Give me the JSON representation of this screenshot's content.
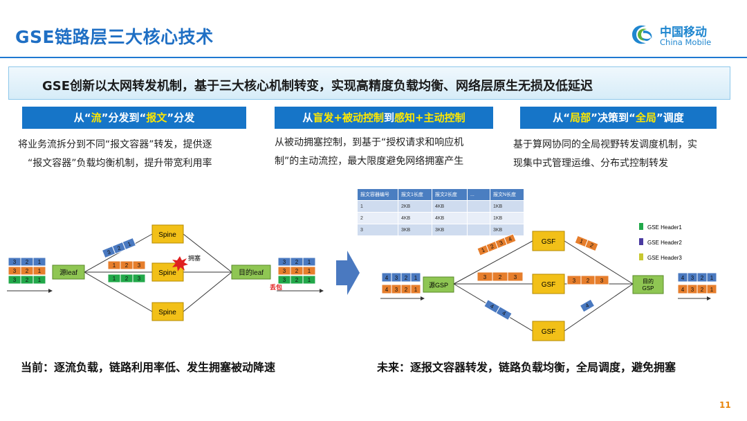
{
  "title": "GSE链路层三大核心技术",
  "logo": {
    "cn": "中国移动",
    "en": "China Mobile"
  },
  "banner": "GSE创新以太网转发机制，基于三大核心机制转变，实现高精度负载均衡、网络层原生无损及低延迟",
  "columns": [
    {
      "header_pre": "从“",
      "header_hl1": "流",
      "header_mid": "”分发到“",
      "header_hl2": "报文",
      "header_post": "”分发",
      "desc1": "将业务流拆分到不同“报文容器”转发，提供逐",
      "desc2": "“报文容器”负载均衡机制，提升带宽利用率"
    },
    {
      "header_pre": "从",
      "header_hl1": "盲发+被动控制",
      "header_mid": "到",
      "header_hl2": "感知+主动控制",
      "header_post": "",
      "desc1": "从被动拥塞控制，到基于“授权请求和响应机",
      "desc2": "制”的主动流控，最大限度避免网络拥塞产生"
    },
    {
      "header_pre": "从“",
      "header_hl1": "局部",
      "header_mid": "”决策到“",
      "header_hl2": "全局",
      "header_post": "”调度",
      "desc1": "基于算网协同的全局视野转发调度机制，实",
      "desc2": "现集中式管理运维、分布式控制转发"
    }
  ],
  "left_diagram": {
    "spines": [
      "Spine",
      "Spine",
      "Spine"
    ],
    "src": "源leaf",
    "dst": "目的leaf",
    "congest": "拥塞",
    "drop": "丢包",
    "seq_src": [
      [
        "3",
        "2",
        "1"
      ],
      [
        "3",
        "2",
        "1"
      ],
      [
        "3",
        "2",
        "1"
      ]
    ],
    "seq_top": [
      "3",
      "2",
      "1"
    ],
    "seq_mid_orange": [
      "1",
      "2",
      "3"
    ],
    "seq_mid_green": [
      "1",
      "2",
      "3"
    ],
    "seq_dst": [
      [
        "3",
        "2",
        "1"
      ],
      [
        "3",
        "2",
        "1"
      ],
      [
        "3",
        "2",
        "1"
      ]
    ],
    "colors": {
      "blue": "#4a79c0",
      "orange": "#e67e2c",
      "green": "#22a84a",
      "node": "#f2c018",
      "leaf": "#8fc653"
    }
  },
  "right_diagram": {
    "table": {
      "headers": [
        "报文容器编号",
        "报文1长度",
        "报文2长度",
        "...",
        "报文N长度"
      ],
      "rows": [
        [
          "1",
          "2KB",
          "4KB",
          "",
          "1KB"
        ],
        [
          "2",
          "4KB",
          "4KB",
          "",
          "1KB"
        ],
        [
          "3",
          "3KB",
          "3KB",
          "",
          "3KB"
        ]
      ]
    },
    "gsf": [
      "GSF",
      "GSF",
      "GSF"
    ],
    "src": "源GSP",
    "dst_line1": "目的",
    "dst_line2": "GSP",
    "legend": [
      "GSE Header1",
      "GSE Header2",
      "GSE Header3"
    ],
    "seq_src": [
      [
        "4",
        "3",
        "2",
        "1"
      ],
      [
        "4",
        "3",
        "2",
        "1"
      ]
    ],
    "seq_dst": [
      [
        "4",
        "3",
        "2",
        "1"
      ],
      [
        "4",
        "3",
        "2",
        "1"
      ]
    ],
    "labels_in": [
      "1",
      "2",
      "3",
      "4"
    ],
    "labels_mid_left": [
      "3",
      "2",
      "3"
    ],
    "labels_mid_right": [
      "3",
      "2",
      "3"
    ],
    "labels_top_right": [
      "1",
      "2"
    ],
    "labels_bottom_right": [
      "4"
    ],
    "colors": {
      "gsf": "#f2c018",
      "gsp": "#8fc653",
      "arrow": "#4a79c0"
    }
  },
  "captions": {
    "left": "当前：逐流负载，链路利用率低、发生拥塞被动降速",
    "right": "未来：逐报文容器转发，链路负载均衡，全局调度，避免拥塞"
  },
  "page_number": "11"
}
